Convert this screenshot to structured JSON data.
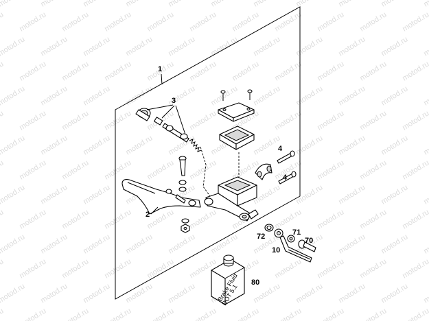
{
  "watermark": {
    "text": "motod.ru",
    "color": "#dcdcdc"
  },
  "callouts": {
    "assembly": "1",
    "lever": "2",
    "piston_kit": "3",
    "screw_upper": "4",
    "screw_lower": "4",
    "banjo_bolt": "10",
    "washer_71": "71",
    "bolt_70": "70",
    "washer_72": "72",
    "brake_fluid": "80"
  },
  "bottle": {
    "line1": "Brake Fluid",
    "line2": "DOT 5.1"
  },
  "icons": [
    "master-cylinder-icon",
    "lever-icon",
    "reservoir-cap-icon",
    "brake-fluid-bottle-icon",
    "brake-hose-icon"
  ]
}
